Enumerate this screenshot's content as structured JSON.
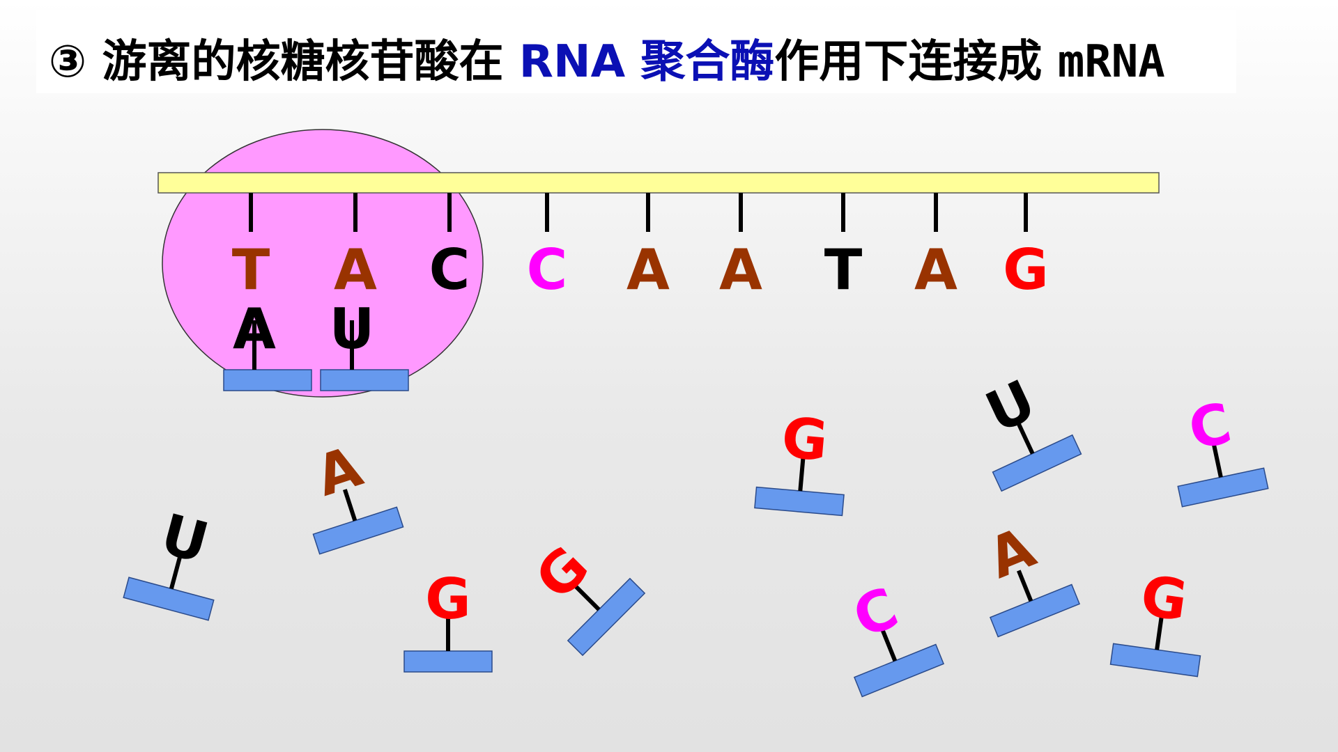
{
  "title": {
    "number": "③",
    "part1": "游离的核糖核苷酸在",
    "rna": "RNA",
    "enzyme": "聚合酶",
    "part2": "作用下连接成",
    "product": "mRNA"
  },
  "colors": {
    "T": "#993300",
    "A": "#993300",
    "C_black": "#000000",
    "C_pink": "#ff00ff",
    "G": "#ff0000",
    "U": "#000000",
    "strand": "#ffff99",
    "enzyme": "#ff99ff",
    "nucleotide_bar": "#6699ee"
  },
  "template_strand": {
    "bases": [
      {
        "letter": "T",
        "color": "#993300"
      },
      {
        "letter": "A",
        "color": "#993300"
      },
      {
        "letter": "C",
        "color": "#000000"
      },
      {
        "letter": "C",
        "color": "#ff00ff"
      },
      {
        "letter": "A",
        "color": "#993300"
      },
      {
        "letter": "A",
        "color": "#993300"
      },
      {
        "letter": "T",
        "color": "#000000"
      },
      {
        "letter": "A",
        "color": "#993300"
      },
      {
        "letter": "G",
        "color": "#ff0000"
      }
    ]
  },
  "paired_bases": [
    {
      "letter": "A",
      "color": "#000000"
    },
    {
      "letter": "U",
      "color": "#000000"
    }
  ],
  "free_nucleotides": [
    {
      "letter": "U",
      "color": "#000000"
    },
    {
      "letter": "A",
      "color": "#993300"
    },
    {
      "letter": "G",
      "color": "#ff0000"
    },
    {
      "letter": "G",
      "color": "#ff0000"
    },
    {
      "letter": "G",
      "color": "#ff0000"
    },
    {
      "letter": "U",
      "color": "#000000"
    },
    {
      "letter": "C",
      "color": "#ff00ff"
    },
    {
      "letter": "C",
      "color": "#ff00ff"
    },
    {
      "letter": "A",
      "color": "#993300"
    },
    {
      "letter": "G",
      "color": "#ff0000"
    }
  ]
}
